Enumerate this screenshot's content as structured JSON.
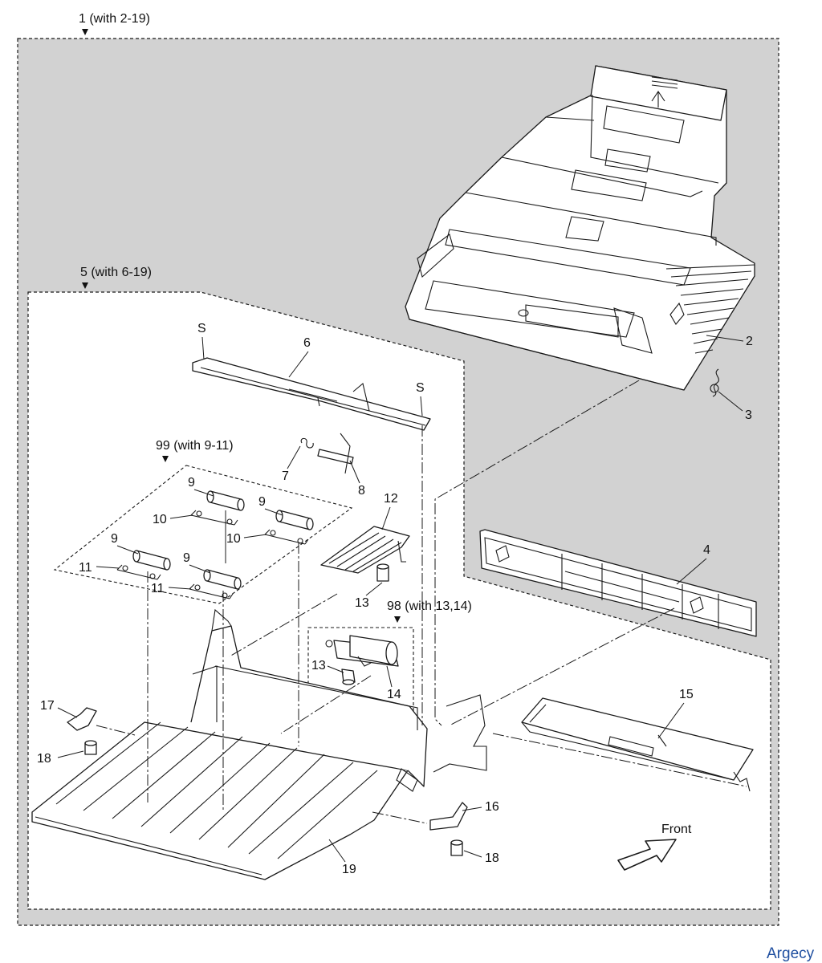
{
  "groups": {
    "g1": "1 (with 2-19)",
    "g5": "5 (with 6-19)",
    "g99": "99 (with 9-11)",
    "g98": "98 (with 13,14)"
  },
  "callouts": {
    "c2": "2",
    "c3": "3",
    "c4": "4",
    "c6": "6",
    "c7": "7",
    "c8": "8",
    "c9a": "9",
    "c9b": "9",
    "c9c": "9",
    "c9d": "9",
    "c10a": "10",
    "c10b": "10",
    "c11a": "11",
    "c11b": "11",
    "c12": "12",
    "c13a": "13",
    "c13b": "13",
    "c14": "14",
    "c15": "15",
    "c16": "16",
    "c17": "17",
    "c18a": "18",
    "c18b": "18",
    "c19": "19",
    "s1": "S",
    "s2": "S"
  },
  "front_label": "Front",
  "watermark": "Argecy"
}
